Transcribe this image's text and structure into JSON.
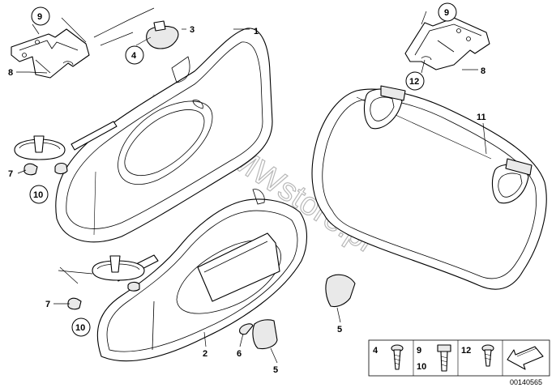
{
  "callouts": {
    "c1": "1",
    "c2": "2",
    "c3": "3",
    "c4": "4",
    "c5a": "5",
    "c5b": "5",
    "c6": "6",
    "c7a": "7",
    "c7b": "7",
    "c8a": "8",
    "c8b": "8",
    "c9a": "9",
    "c9b": "9",
    "c10a": "10",
    "c10b": "10",
    "c11": "11",
    "c12": "12"
  },
  "legend": {
    "l4": "4",
    "l9": "9",
    "l10": "10",
    "l12": "12"
  },
  "watermark": "www.BMWstore.pl",
  "diagram_code": "00140565"
}
